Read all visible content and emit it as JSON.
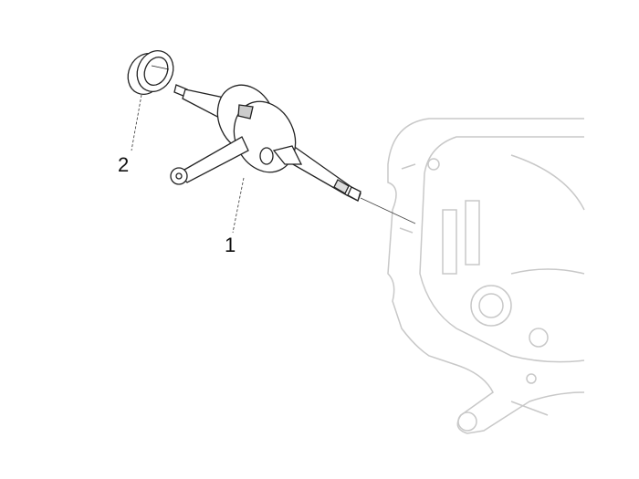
{
  "diagram": {
    "callouts": [
      {
        "number": "1",
        "part": "crankshaft"
      },
      {
        "number": "2",
        "part": "oil-seal-bearing"
      }
    ],
    "colors": {
      "part_line": "#222222",
      "crankcase_line": "#c8c8c8",
      "background": "#ffffff"
    }
  }
}
